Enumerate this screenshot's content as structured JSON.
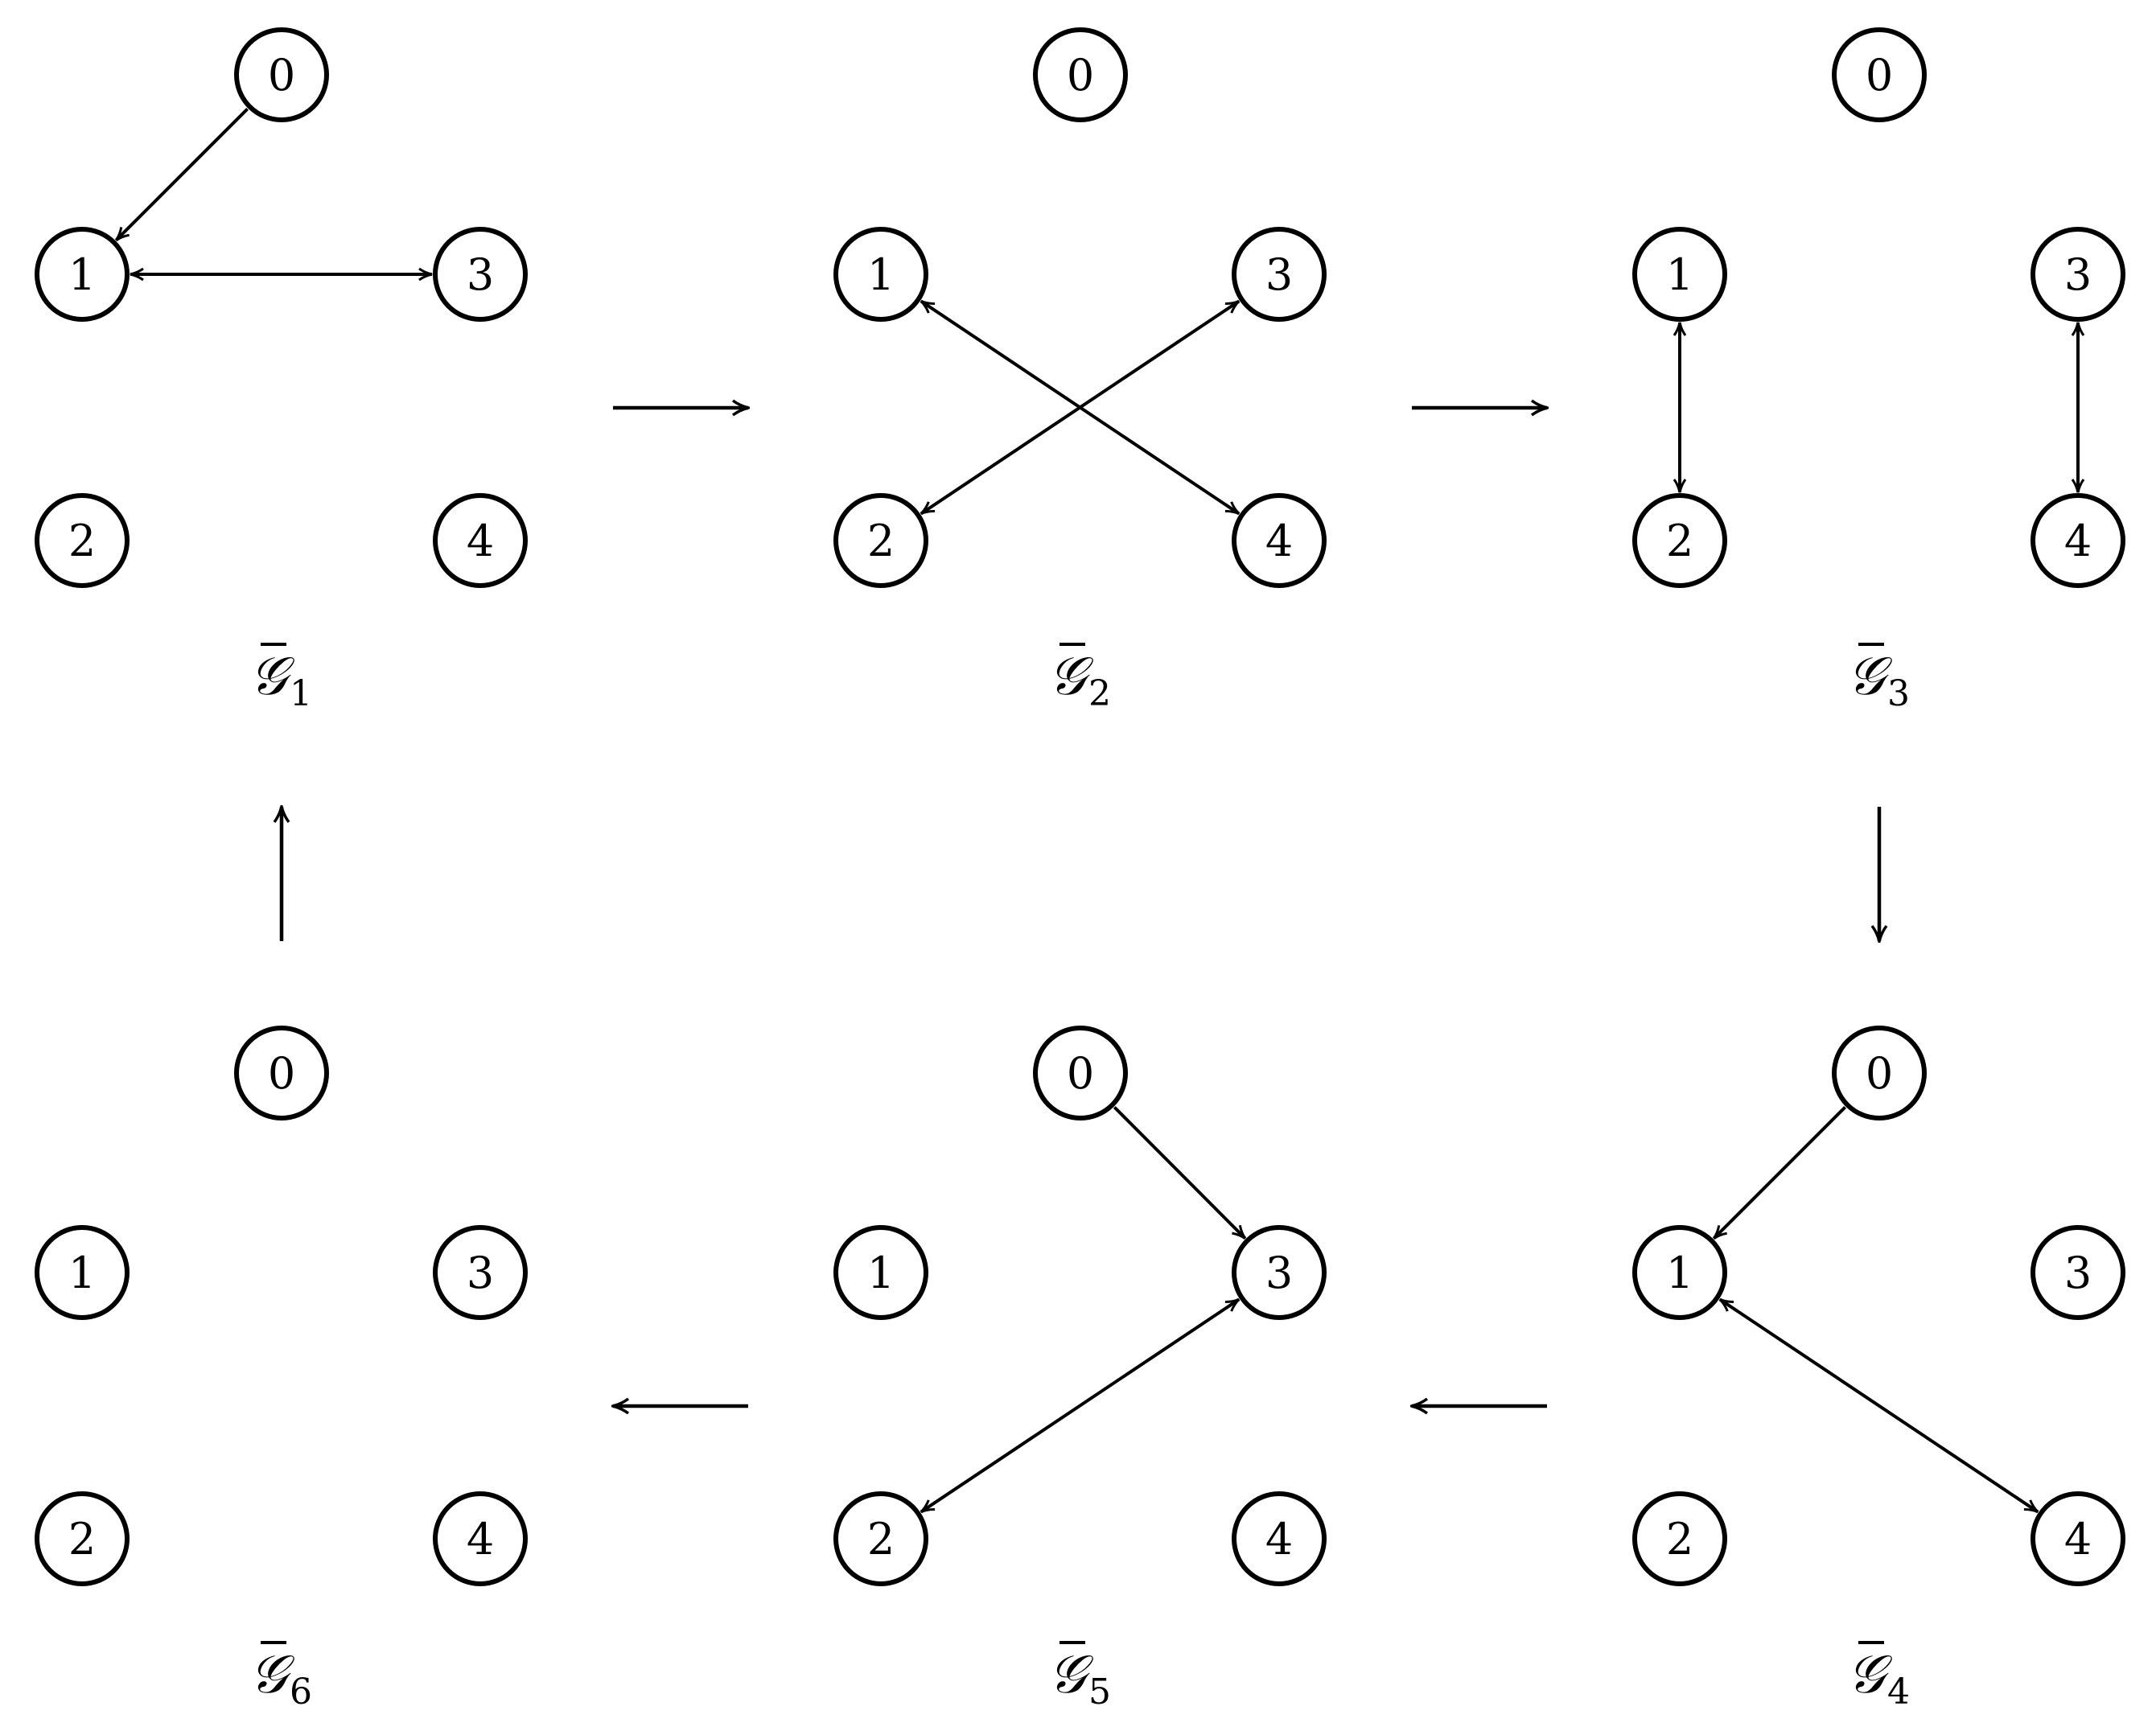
{
  "diagram": {
    "caption_symbol": "𝒢",
    "graphs": [
      {
        "id": "g1",
        "subscript": "1",
        "nodes": [
          "0",
          "1",
          "2",
          "3",
          "4"
        ],
        "edges": [
          {
            "from": "0",
            "to": "1",
            "kind": "directed"
          },
          {
            "from": "1",
            "to": "3",
            "kind": "bidirected"
          }
        ]
      },
      {
        "id": "g2",
        "subscript": "2",
        "nodes": [
          "0",
          "1",
          "2",
          "3",
          "4"
        ],
        "edges": [
          {
            "from": "1",
            "to": "4",
            "kind": "bidirected"
          },
          {
            "from": "2",
            "to": "3",
            "kind": "bidirected"
          }
        ]
      },
      {
        "id": "g3",
        "subscript": "3",
        "nodes": [
          "0",
          "1",
          "2",
          "3",
          "4"
        ],
        "edges": [
          {
            "from": "1",
            "to": "2",
            "kind": "bidirected"
          },
          {
            "from": "3",
            "to": "4",
            "kind": "bidirected"
          }
        ]
      },
      {
        "id": "g4",
        "subscript": "4",
        "nodes": [
          "0",
          "1",
          "2",
          "3",
          "4"
        ],
        "edges": [
          {
            "from": "0",
            "to": "1",
            "kind": "directed"
          },
          {
            "from": "1",
            "to": "4",
            "kind": "bidirected"
          }
        ]
      },
      {
        "id": "g5",
        "subscript": "5",
        "nodes": [
          "0",
          "1",
          "2",
          "3",
          "4"
        ],
        "edges": [
          {
            "from": "0",
            "to": "3",
            "kind": "directed"
          },
          {
            "from": "2",
            "to": "3",
            "kind": "bidirected"
          }
        ]
      },
      {
        "id": "g6",
        "subscript": "6",
        "nodes": [
          "0",
          "1",
          "2",
          "3",
          "4"
        ],
        "edges": []
      }
    ],
    "sequence": [
      {
        "from": "g1",
        "to": "g2"
      },
      {
        "from": "g2",
        "to": "g3"
      },
      {
        "from": "g3",
        "to": "g4"
      },
      {
        "from": "g4",
        "to": "g5"
      },
      {
        "from": "g5",
        "to": "g6"
      },
      {
        "from": "g6",
        "to": "g1"
      }
    ]
  }
}
